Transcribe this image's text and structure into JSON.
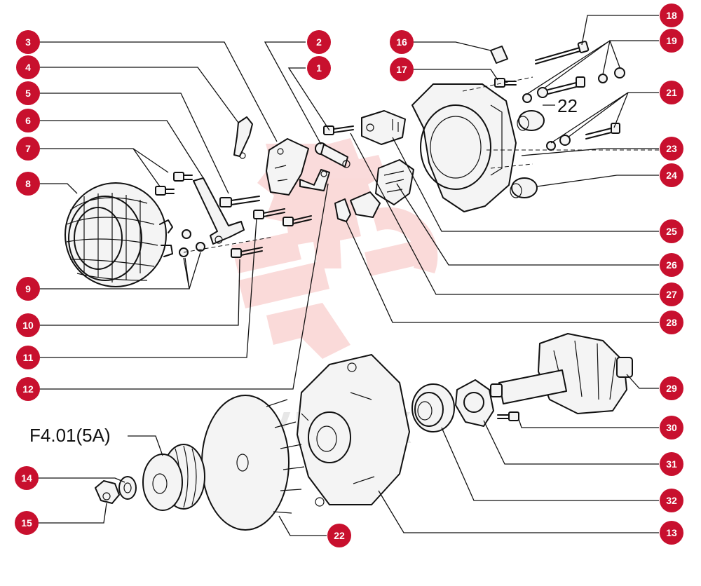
{
  "callouts": [
    {
      "id": "c1",
      "label": "1"
    },
    {
      "id": "c2",
      "label": "2"
    },
    {
      "id": "c3",
      "label": "3"
    },
    {
      "id": "c4",
      "label": "4"
    },
    {
      "id": "c5",
      "label": "5"
    },
    {
      "id": "c6",
      "label": "6"
    },
    {
      "id": "c7",
      "label": "7"
    },
    {
      "id": "c8",
      "label": "8"
    },
    {
      "id": "c9",
      "label": "9"
    },
    {
      "id": "c10",
      "label": "10"
    },
    {
      "id": "c11",
      "label": "11"
    },
    {
      "id": "c12",
      "label": "12"
    },
    {
      "id": "c13",
      "label": "13"
    },
    {
      "id": "c14",
      "label": "14"
    },
    {
      "id": "c15",
      "label": "15"
    },
    {
      "id": "c16",
      "label": "16"
    },
    {
      "id": "c17",
      "label": "17"
    },
    {
      "id": "c18",
      "label": "18"
    },
    {
      "id": "c19",
      "label": "19"
    },
    {
      "id": "c21",
      "label": "21"
    },
    {
      "id": "c22",
      "label": "22"
    },
    {
      "id": "c23",
      "label": "23"
    },
    {
      "id": "c24",
      "label": "24"
    },
    {
      "id": "c25",
      "label": "25"
    },
    {
      "id": "c26",
      "label": "26"
    },
    {
      "id": "c27",
      "label": "27"
    },
    {
      "id": "c28",
      "label": "28"
    },
    {
      "id": "c29",
      "label": "29"
    },
    {
      "id": "c30",
      "label": "30"
    },
    {
      "id": "c31",
      "label": "31"
    },
    {
      "id": "c32",
      "label": "32"
    }
  ],
  "labels": {
    "ref_22": "22",
    "pulley_code": "F4.01(5A)"
  },
  "watermark": {
    "text": "VIMEX"
  },
  "colors": {
    "callout_fill": "#c8102e",
    "watermark_red": "#e53935",
    "line": "#111111"
  }
}
